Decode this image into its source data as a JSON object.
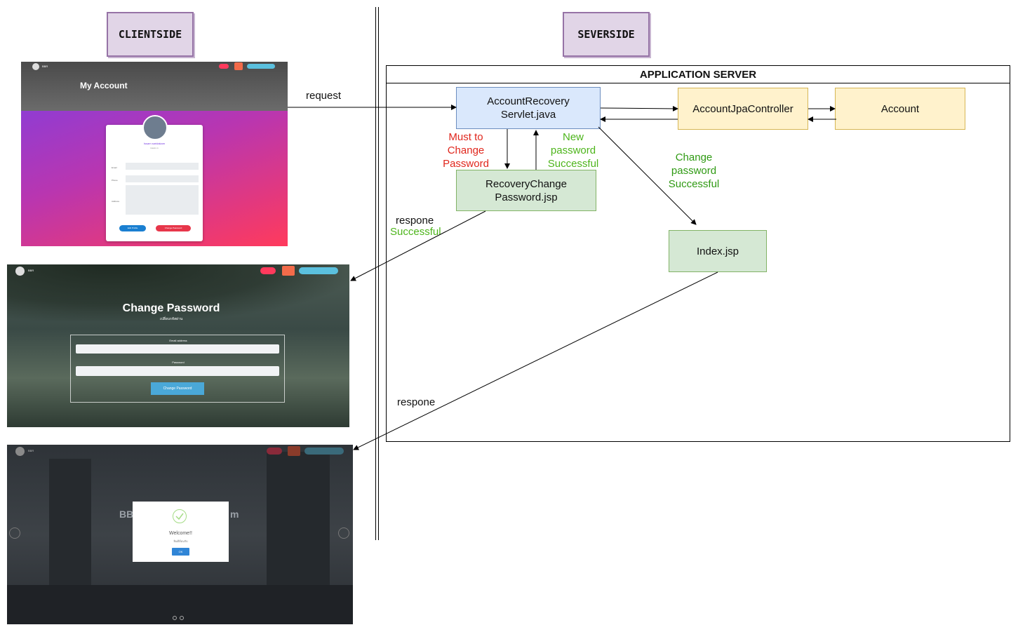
{
  "tags": {
    "client": "CLIENTSIDE",
    "server": "SEVERSIDE"
  },
  "server": {
    "title": "APPLICATION SERVER"
  },
  "nodes": {
    "servlet": [
      "AccountRecovery",
      "Servlet.java"
    ],
    "controller": "AccountJpaController",
    "account": "Account",
    "recovery_jsp": [
      "RecoveryChange",
      "Password.jsp"
    ],
    "index_jsp": "Index.jsp"
  },
  "edges": {
    "request": "request",
    "must_change": [
      "Must to",
      "Change",
      "Password"
    ],
    "new_password": [
      "New",
      "password",
      "Successful"
    ],
    "change_success": [
      "Change",
      "password",
      "Successful"
    ],
    "respone1": [
      "respone",
      "Successful"
    ],
    "respone2": "respone"
  },
  "screens": {
    "my_account": {
      "title": "My Account",
      "name": "Issam saridakam",
      "sub": "issam.m",
      "fields": [
        "Email",
        "Phone",
        "Address"
      ],
      "edit_button": "Edit Profile",
      "change_button": "Change Password"
    },
    "change_password": {
      "title": "Change Password",
      "subtitle": "เปลี่ยนรหัสผ่าน",
      "email_label": "Email address",
      "password_label": "Password",
      "button": "Change Password"
    },
    "welcome": {
      "bg_title_left": "BB",
      "bg_title_right": "m",
      "title": "Welcome!!",
      "message": "ยินดีต้อนรับ",
      "ok": "OK"
    },
    "nav_brand": "BBR"
  },
  "colors": {
    "blue_fill": "#dae8fc",
    "yellow_fill": "#fff2cc",
    "green_fill": "#d5e8d4",
    "tag_fill": "#e1d5e7",
    "red_text": "#e0261c",
    "green_text": "#4db51b"
  }
}
